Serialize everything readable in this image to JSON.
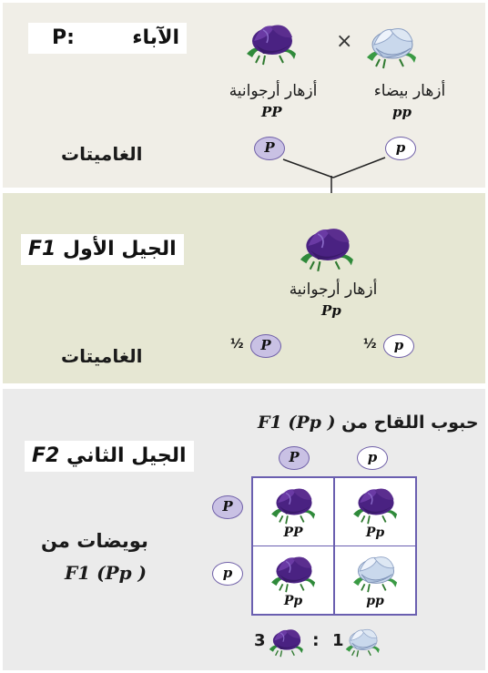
{
  "colors": {
    "panel_p": "#f0eee7",
    "panel_f1": "#e6e7d3",
    "panel_f2": "#ebebeb",
    "purple_flower": "#5b2e8f",
    "white_flower": "#dde7f3",
    "gamete_dominant": "#c9c1e4",
    "grid_border": "#6a5fb0"
  },
  "parents": {
    "tag_ar": "الآباء",
    "tag_symbol": "P:",
    "cross_sign": "×",
    "purple_label": "أزهار أرجوانية",
    "purple_genotype": "PP",
    "white_label": "أزهار بيضاء",
    "white_genotype": "pp",
    "gametes_label": "الغاميتات",
    "gamete_purple": "P",
    "gamete_white": "p"
  },
  "f1": {
    "tag_ar": "الجيل الأول",
    "tag_symbol": "F1",
    "flower_label": "أزهار أرجوانية",
    "flower_genotype": "Pp",
    "gametes_label": "الغاميتات",
    "gamete_dominant": "P",
    "gamete_recessive": "p",
    "fraction": "½"
  },
  "f2": {
    "tag_ar": "الجيل الثاني",
    "tag_symbol": "F2",
    "pollen_label": "حبوب اللقاح من",
    "pollen_source": "( F1 (Pp",
    "ovules_label": "بويضات من",
    "ovules_source": "( F1 (Pp",
    "pollen_gametes": [
      "P",
      "p"
    ],
    "ovule_gametes": [
      "P",
      "p"
    ],
    "cells": [
      "PP",
      "Pp",
      "Pp",
      "pp"
    ],
    "ratio_purple": "3",
    "ratio_sep": ":",
    "ratio_white": "1"
  },
  "icons": {
    "purple": "purple-flower-icon",
    "white": "white-flower-icon"
  }
}
